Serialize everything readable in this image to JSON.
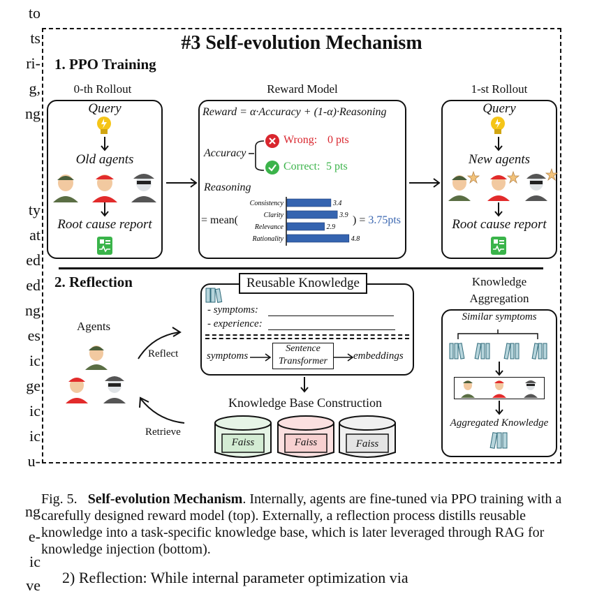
{
  "left_margin_text": [
    "to",
    "ts",
    "ri-",
    "g,",
    "ng",
    "ty",
    "at",
    "ed",
    "ed",
    "ng",
    "es",
    "ic",
    "ge",
    "ic",
    "ic",
    "u-",
    "ng",
    "e-",
    "ic",
    "ve"
  ],
  "diagram": {
    "title": "#3 Self-evolution Mechanism",
    "ppo": {
      "heading": "1. PPO Training",
      "rollout0": {
        "header": "0-th Rollout",
        "query": "Query",
        "agents": "Old agents",
        "report": "Root cause report"
      },
      "reward_model": {
        "header": "Reward Model",
        "formula": "Reward = α·Accuracy + (1-α)·Reasoning",
        "accuracy_label": "Accuracy",
        "wrong_label": "Wrong:",
        "wrong_pts": "0 pts",
        "correct_label": "Correct:",
        "correct_pts": "5 pts",
        "reasoning_label": "Reasoning",
        "mean_label": "= mean(",
        "mean_result": ") = 3.75pts",
        "bars": [
          {
            "label": "Consistency",
            "value": 3.4
          },
          {
            "label": "Clarity",
            "value": 3.9
          },
          {
            "label": "Relevance",
            "value": 2.9
          },
          {
            "label": "Rationality",
            "value": 4.8
          }
        ]
      },
      "rollout1": {
        "header": "1-st Rollout",
        "query": "Query",
        "agents": "New agents",
        "report": "Root cause report"
      }
    },
    "reflection": {
      "heading": "2. Reflection",
      "agents_label": "Agents",
      "reflect_label": "Reflect",
      "retrieve_label": "Retrieve",
      "reusable_title": "Reusable Knowledge",
      "symptoms_field": "- symptoms:",
      "experience_field": "- experience:",
      "pipeline_in": "symptoms",
      "pipeline_model": "Sentence Transformer",
      "pipeline_out": "embeddings",
      "kb_title": "Knowledge Base Construction",
      "faiss": [
        "Faiss",
        "Faiss",
        "Faiss"
      ],
      "aggregation_title_1": "Knowledge",
      "aggregation_title_2": "Aggregation",
      "similar_symptoms": "Similar symptoms",
      "aggregated_knowledge": "Aggregated Knowledge"
    }
  },
  "caption": {
    "fig_label": "Fig. 5.",
    "bold_title": "Self-evolution Mechanism",
    "text": ". Internally, agents are fine-tuned via PPO training with a carefully designed reward model (top). Externally, a reflection process distills reusable knowledge into a task-specific knowledge base, which is later leveraged through RAG for knowledge injection (bottom)."
  },
  "trailing_text": "2) Reflection: While internal parameter optimization via",
  "colors": {
    "bar": "#3564b0",
    "wrong": "#d9262e",
    "correct": "#3bb34a",
    "result": "#3a66b0",
    "bulb": "#f5c518",
    "report": "#3ab44a"
  }
}
